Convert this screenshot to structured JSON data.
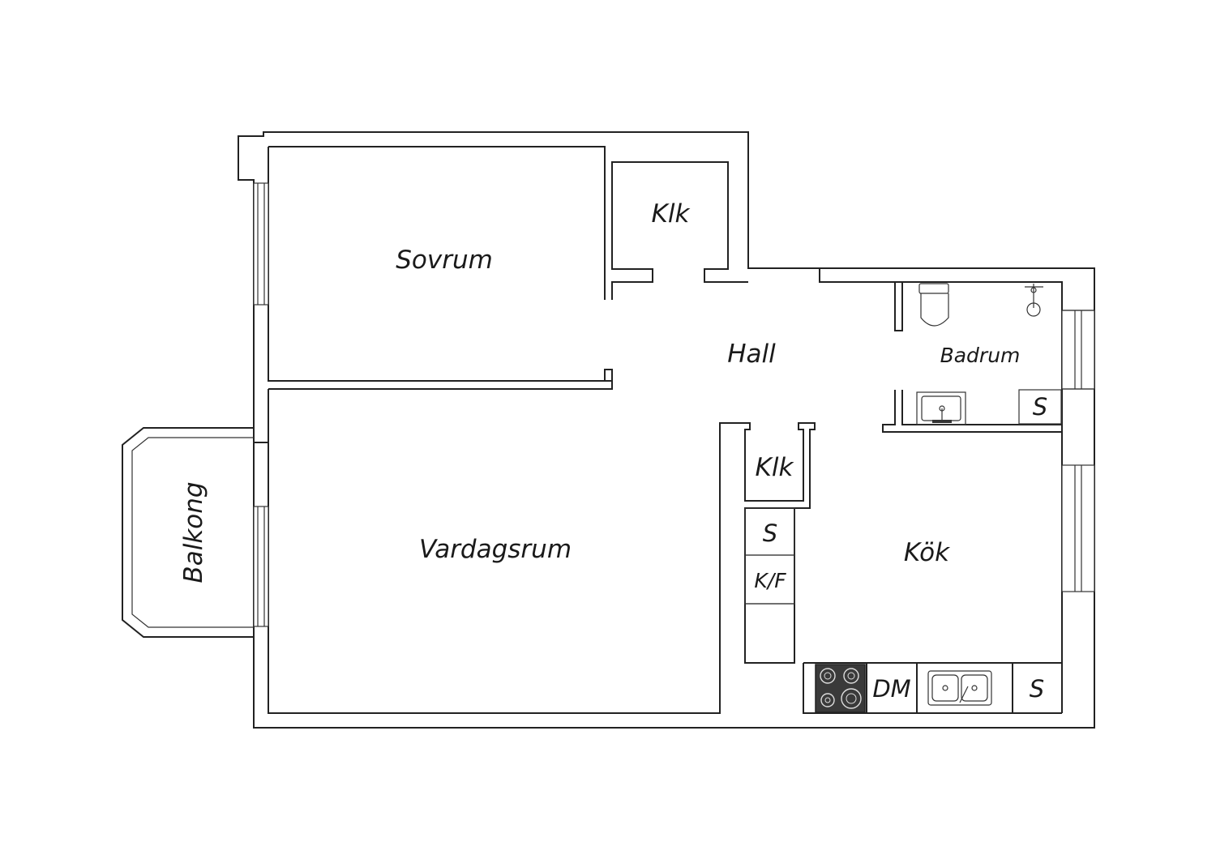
{
  "rooms": {
    "sovrum": "Sovrum",
    "klk_top": "Klk",
    "hall": "Hall",
    "badrum": "Badrum",
    "klk_mid": "Klk",
    "vardagsrum": "Vardagsrum",
    "kok": "Kök",
    "balkong": "Balkong"
  },
  "appliances": {
    "bath_cabinet": "S",
    "kitchen_cabinet_upper": "S",
    "fridge_freezer": "K/F",
    "dishwasher": "DM",
    "kitchen_cabinet_counter": "S"
  },
  "colors": {
    "line": "#222222",
    "background": "#ffffff",
    "stove": "#3a3a3a"
  }
}
